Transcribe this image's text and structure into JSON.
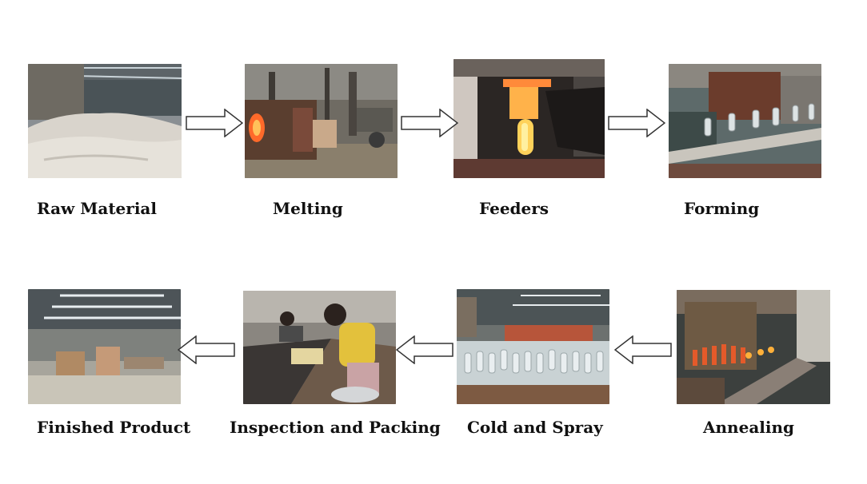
{
  "steps": [
    {
      "label": "Raw Material",
      "icon": "raw-material-photo"
    },
    {
      "label": "Melting",
      "icon": "melting-photo"
    },
    {
      "label": "Feeders",
      "icon": "feeders-photo"
    },
    {
      "label": "Forming",
      "icon": "forming-photo"
    },
    {
      "label": "Annealing",
      "icon": "annealing-photo"
    },
    {
      "label": "Cold and Spray",
      "icon": "cold-and-spray-photo"
    },
    {
      "label": "Inspection and Packing",
      "icon": "inspection-packing-photo"
    },
    {
      "label": "Finished Product",
      "icon": "finished-product-photo"
    }
  ],
  "arrows": [
    "arrow-right-icon",
    "arrow-right-icon",
    "arrow-right-icon",
    "arrow-left-icon",
    "arrow-left-icon",
    "arrow-left-icon"
  ],
  "colors": {
    "background": "#ffffff",
    "text": "#111111",
    "arrow_stroke": "#333333",
    "arrow_fill": "#ffffff"
  }
}
